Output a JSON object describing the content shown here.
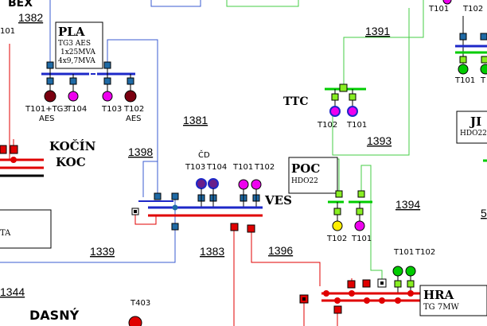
{
  "colors": {
    "red": "#e00000",
    "red_dark": "#cc0000",
    "blue": "#1d28c8",
    "blue_line": "#3a5bd0",
    "green": "#00cc00",
    "green_line": "#44cc44",
    "magenta": "#ee00ee",
    "maroon": "#7a0010",
    "yellow": "#ffee00",
    "light_green": "#88ee22",
    "steel_blue": "#1f6aa5"
  },
  "line_numbers": {
    "l1382": "1382",
    "l1391": "1391",
    "l1381": "1381",
    "l1398": "1398",
    "l1393": "1393",
    "l1394": "1394",
    "l1339": "1339",
    "l1383": "1383",
    "l1396": "1396",
    "l1344": "1344",
    "edge5": "5"
  },
  "stations": {
    "bex": {
      "name": "BEX",
      "t101_frag": "101"
    },
    "pla": {
      "name": "PLA",
      "info1": "TG3 AES",
      "info2": "1x25MVA",
      "info3": "4x9,7MVA",
      "label_t101": "T101+TG3",
      "label_t101_sub": "AES",
      "label_t104": "T104",
      "label_t103": "T103",
      "label_t102": "T102",
      "label_t102_sub": "AES"
    },
    "koc": {
      "name1": "KOČÍN",
      "name2": "KOC"
    },
    "cd": {
      "name": "ČD",
      "label_t103": "T103",
      "label_t104": "T104"
    },
    "ves": {
      "name": "VES",
      "label_t101": "T101",
      "label_t102": "T102"
    },
    "ttc": {
      "name": "TTC",
      "label_t102": "T102",
      "label_t101": "T101"
    },
    "poc": {
      "name": "POC",
      "sub": "HDO22",
      "label_t102": "T102",
      "label_t101": "T101"
    },
    "ji": {
      "name": "JI",
      "sub": "HDO22"
    },
    "top_right": {
      "label_t101": "T101",
      "label_t102": "T102",
      "label_t102_frag": "T102",
      "label_t101_b": "T101",
      "label_t_frag": "T"
    },
    "hra": {
      "name": "HRA",
      "sub": "TG 7MW",
      "label_t101": "T101",
      "label_t102": "T102"
    },
    "dasny": {
      "name": "DASNÝ",
      "label_t403": "T403"
    },
    "left_box": {
      "frag": "TA"
    }
  }
}
